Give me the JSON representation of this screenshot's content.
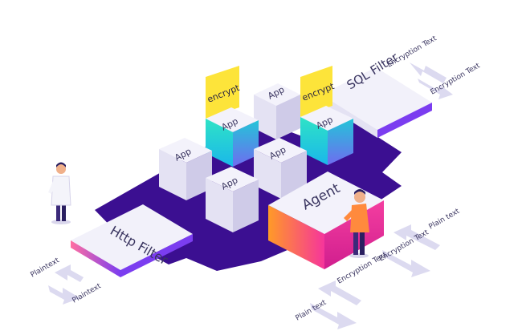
{
  "blocks": {
    "app_label": "App",
    "encrypt_label": "encrypt",
    "agent_label": "Agent",
    "sql_filter_label": "SQL Filter",
    "http_filter_label": "Http Filter"
  },
  "arrows": {
    "top_right": {
      "upper": "Encryption Text",
      "lower": "Encryption Text"
    },
    "right_mid": {
      "upper": "Plain text",
      "lower": "Encryption Text"
    },
    "bottom_mid": {
      "upper": "Encryption Text",
      "lower": "Plain text"
    },
    "left": {
      "upper": "Plaintext",
      "lower": "Plaintext"
    }
  },
  "colors": {
    "platform": "#3b0f91",
    "cube_top": "#f3f2fb",
    "cube_left": "#e4e2f3",
    "cube_right": "#cfcbe8",
    "encrypt_yellow": "#fde43a",
    "cyan": "#27d5e6",
    "agent_orange": "#ff8a2d",
    "agent_pink": "#f6359b",
    "arrow": "#dcdaf0"
  }
}
